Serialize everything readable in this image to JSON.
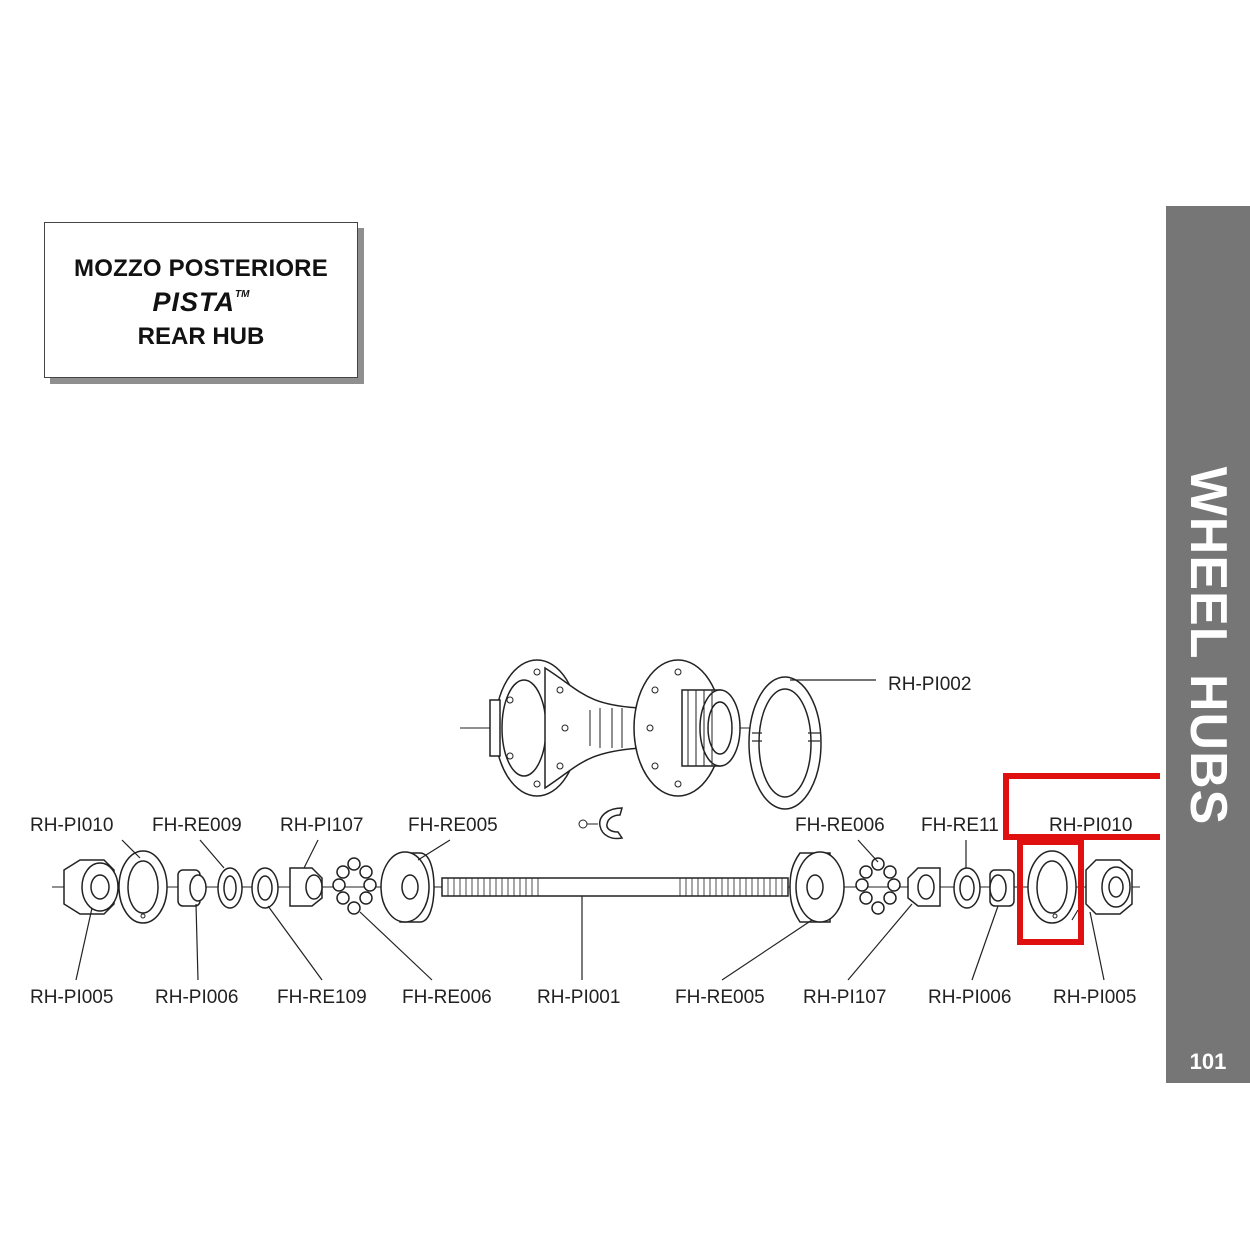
{
  "title": {
    "line1": "MOZZO POSTERIORE",
    "brand": "PISTA",
    "trademark": "TM",
    "line3": "REAR HUB"
  },
  "side_tab": {
    "label": "WHEEL HUBS",
    "page_number": "101",
    "color": "#767676"
  },
  "highlight_color": "#e01010",
  "hub_label": "RH-PI002",
  "top_labels": [
    "RH-PI010",
    "FH-RE009",
    "RH-PI107",
    "FH-RE005",
    "FH-RE006",
    "FH-RE11",
    "RH-PI010"
  ],
  "bottom_labels": [
    "RH-PI005",
    "RH-PI006",
    "FH-RE109",
    "FH-RE006",
    "RH-PI001",
    "FH-RE005",
    "RH-PI107",
    "RH-PI006",
    "RH-PI005"
  ]
}
